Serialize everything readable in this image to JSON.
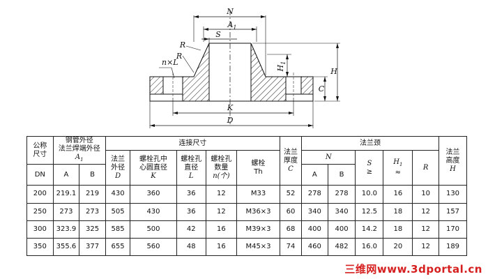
{
  "drawing": {
    "labels": {
      "N": "N",
      "A1": "A",
      "A1_sub": "1",
      "S": "S",
      "R1": "R",
      "R2": "R",
      "nL": "n×L",
      "H1": "H",
      "H1_sub": "1",
      "H": "H",
      "C": "C",
      "K": "K",
      "D": "D"
    }
  },
  "table": {
    "head": {
      "nominal": "公称\n尺寸",
      "dn": "DN",
      "pipe_od": "钢管外径\n法兰焊端外径",
      "a1": "A",
      "a1_sub": "1",
      "pipe_a": "A",
      "pipe_b": "B",
      "connection": "连接尺寸",
      "flange_od": "法兰\n外径",
      "flange_od_sym": "D",
      "bolt_circle": "螺栓孔中\n心圆直径",
      "bolt_circle_sym": "K",
      "bolt_hole": "螺栓孔\n直径",
      "bolt_hole_sym": "L",
      "bolt_count": "螺栓孔\n数量",
      "bolt_count_sym": "n(个)",
      "bolt": "螺栓",
      "bolt_sym": "Th",
      "thickness": "法兰\n厚度",
      "thickness_sym": "C",
      "neck": "法兰颈",
      "n_sym": "N",
      "n_a": "A",
      "n_b": "B",
      "s_sym": "S",
      "s_rel": "≥",
      "h1_sym": "H",
      "h1_sub": "1",
      "h1_rel": "≈",
      "r_sym": "R",
      "height": "法兰\n高度",
      "height_sym": "H"
    },
    "rows": [
      [
        "200",
        "219.1",
        "219",
        "430",
        "360",
        "36",
        "12",
        "M33",
        "52",
        "278",
        "278",
        "10.0",
        "16",
        "10",
        "130"
      ],
      [
        "250",
        "273",
        "273",
        "505",
        "430",
        "36",
        "12",
        "M36×3",
        "60",
        "340",
        "340",
        "12.5",
        "18",
        "12",
        "157"
      ],
      [
        "300",
        "323.9",
        "325",
        "585",
        "500",
        "42",
        "16",
        "M39×3",
        "68",
        "400",
        "400",
        "14.2",
        "18",
        "12",
        "170"
      ],
      [
        "350",
        "355.6",
        "377",
        "655",
        "560",
        "48",
        "16",
        "M45×3",
        "74",
        "460",
        "482",
        "16.0",
        "20",
        "12",
        "189"
      ]
    ]
  },
  "watermark": "三维网www.3dportal.cn"
}
